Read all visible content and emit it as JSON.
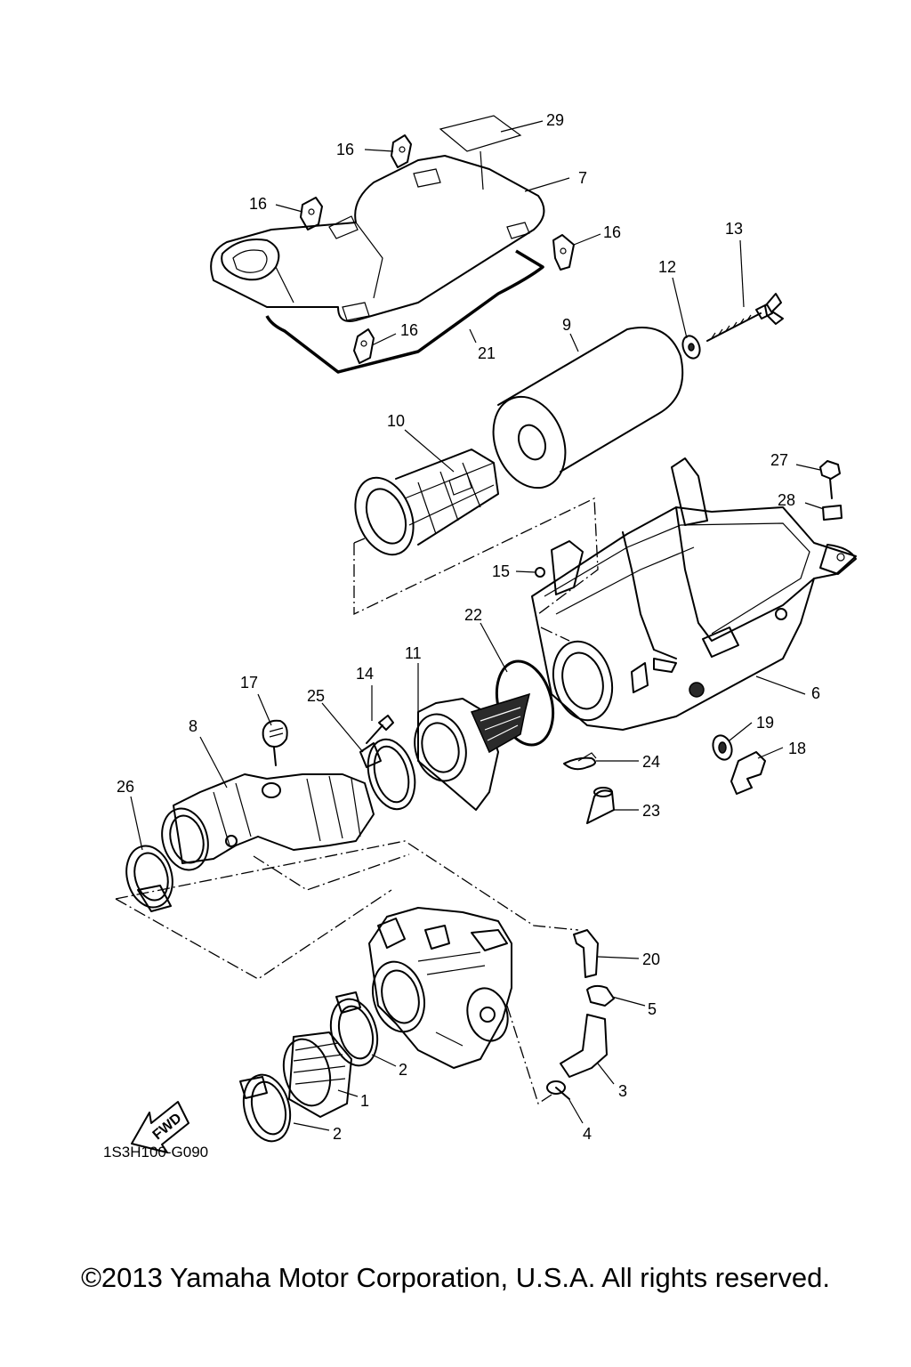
{
  "diagram": {
    "reference_code": "1S3H100-G090",
    "fwd_label": "FWD",
    "callouts": {
      "c29": "29",
      "c7": "7",
      "c16a": "16",
      "c16b": "16",
      "c16c": "16",
      "c16d": "16",
      "c21": "21",
      "c13": "13",
      "c12": "12",
      "c9": "9",
      "c10": "10",
      "c27": "27",
      "c28": "28",
      "c15": "15",
      "c22": "22",
      "c6": "6",
      "c14": "14",
      "c11": "11",
      "c17": "17",
      "c25": "25",
      "c8": "8",
      "c26": "26",
      "c19": "19",
      "c18": "18",
      "c24": "24",
      "c23": "23",
      "c20": "20",
      "c5": "5",
      "c3": "3",
      "c4": "4",
      "c2a": "2",
      "c1": "1",
      "c2b": "2"
    }
  },
  "footer": {
    "copyright": "©2013 Yamaha Motor Corporation, U.S.A. All rights reserved."
  }
}
